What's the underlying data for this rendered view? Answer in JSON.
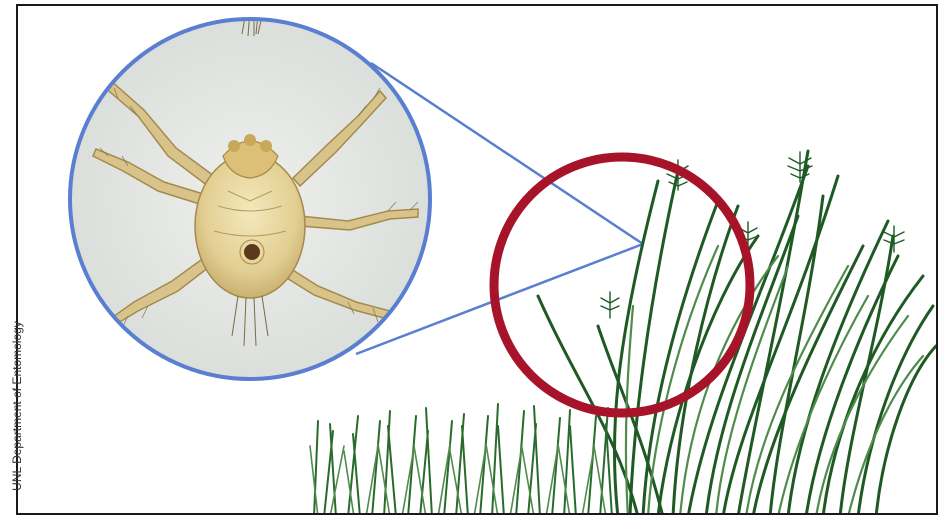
{
  "credit": {
    "text": "UNL Department of Entomology"
  },
  "colors": {
    "frame": "#1a1a1a",
    "magnifier_ring": "#5b7fd0",
    "highlight_ring": "#a7142a",
    "grass_dark": "#1f5a24",
    "grass_light": "#5a9a56",
    "mite_body": "#e6d7a2",
    "mite_outline": "#a58a4c",
    "specimen_background": "#e4e7e4"
  },
  "icons": [
    "mite-illustration",
    "grass-illustration",
    "magnifier-circle",
    "highlight-circle"
  ]
}
